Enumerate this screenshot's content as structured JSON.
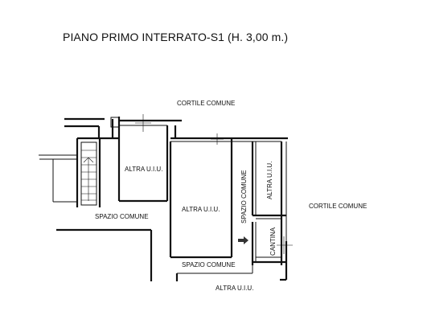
{
  "plan": {
    "title": "PIANO PRIMO INTERRATO-S1 (H. 3,00 m.)",
    "labels": {
      "cortile_top": "CORTILE COMUNE",
      "cortile_right": "CORTILE COMUNE",
      "altra_uiu_left": "ALTRA U.I.U.",
      "altra_uiu_center": "ALTRA U.I.U.",
      "altra_uiu_right": "ALTRA U.I.U.",
      "altra_uiu_bottom": "ALTRA U.I.U.",
      "spazio_comune_left": "SPAZIO COMUNE",
      "spazio_comune_bottom": "SPAZIO COMUNE",
      "spazio_comune_vertical": "SPAZIO COMUNE",
      "cantina": "CANTINA"
    }
  },
  "colors": {
    "lines": "#111111",
    "arrow": "#333333",
    "background": "#ffffff"
  }
}
